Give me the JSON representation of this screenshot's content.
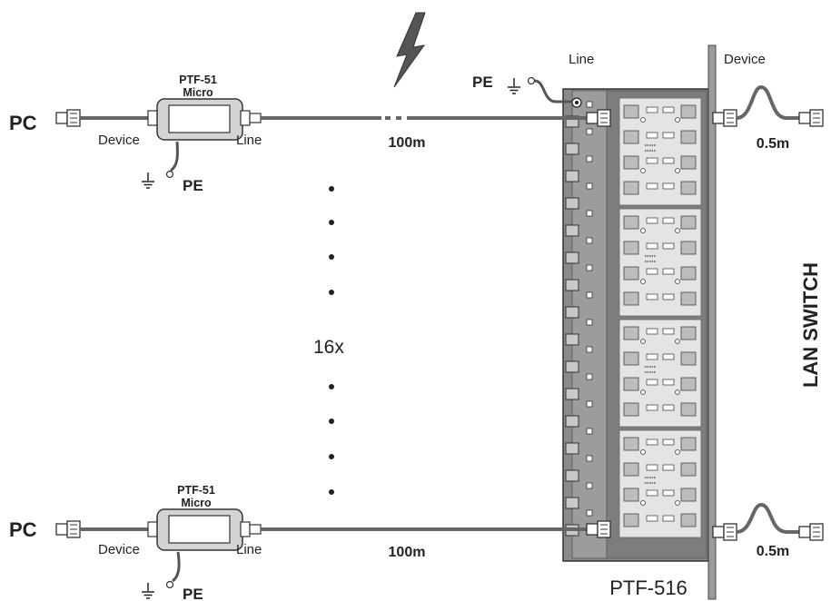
{
  "colors": {
    "cable": "#777777",
    "panel_dark": "#7a7a7a",
    "panel_mid": "#a0a0a0",
    "panel_light": "#d9d9d9",
    "text": "#222222"
  },
  "top_link": {
    "pc_label": "PC",
    "device_label": "Device",
    "line_label": "Line",
    "protector_name": "PTF-51",
    "protector_sub": "Micro",
    "pe_label": "PE",
    "distance": "100m",
    "patch_length": "0.5m"
  },
  "bottom_link": {
    "pc_label": "PC",
    "device_label": "Device",
    "line_label": "Line",
    "protector_name": "PTF-51",
    "protector_sub": "Micro",
    "pe_label": "PE",
    "distance": "100m",
    "patch_length": "0.5m"
  },
  "multiplier": "16x",
  "panel": {
    "name": "PTF-516",
    "line_header": "Line",
    "device_header": "Device",
    "pe_label": "PE"
  },
  "switch_label": "LAN SWITCH",
  "icons": {
    "lightning": "lightning-icon",
    "ground": "ground-icon",
    "rj45": "rj45-plug-icon"
  }
}
